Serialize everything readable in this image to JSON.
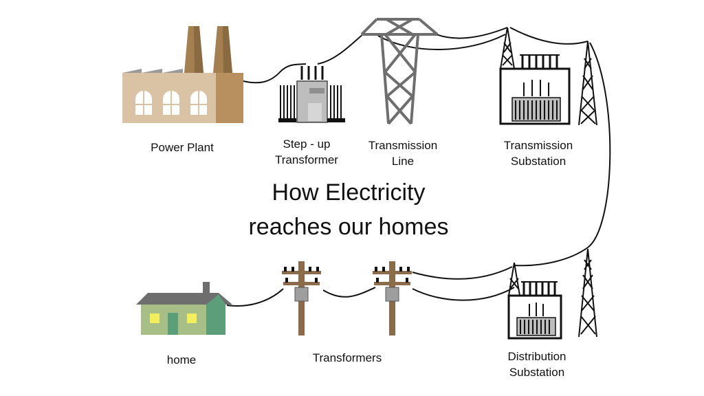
{
  "title": {
    "line1": "How Electricity",
    "line2": "reaches our homes"
  },
  "stages": {
    "power_plant": "Power Plant",
    "step_up_transformer": [
      "Step - up",
      "Transformer"
    ],
    "transmission_line": [
      "Transmission",
      "Line"
    ],
    "transmission_substation": [
      "Transmission",
      "Substation"
    ],
    "home": "home",
    "transformers": "Transformers",
    "distribution_substation": [
      "Distribution",
      "Substation"
    ]
  },
  "colors": {
    "factory_body": "#D9C3A4",
    "factory_shade": "#B88F5E",
    "chimney": "#A47F50",
    "house_wall": "#A7BF86",
    "house_side": "#5C9E7A",
    "house_roof": "#6E6E6E",
    "window_light": "#F3EE5C",
    "pole_wood": "#8B6B4A",
    "line": "#111111",
    "text": "#111111"
  }
}
